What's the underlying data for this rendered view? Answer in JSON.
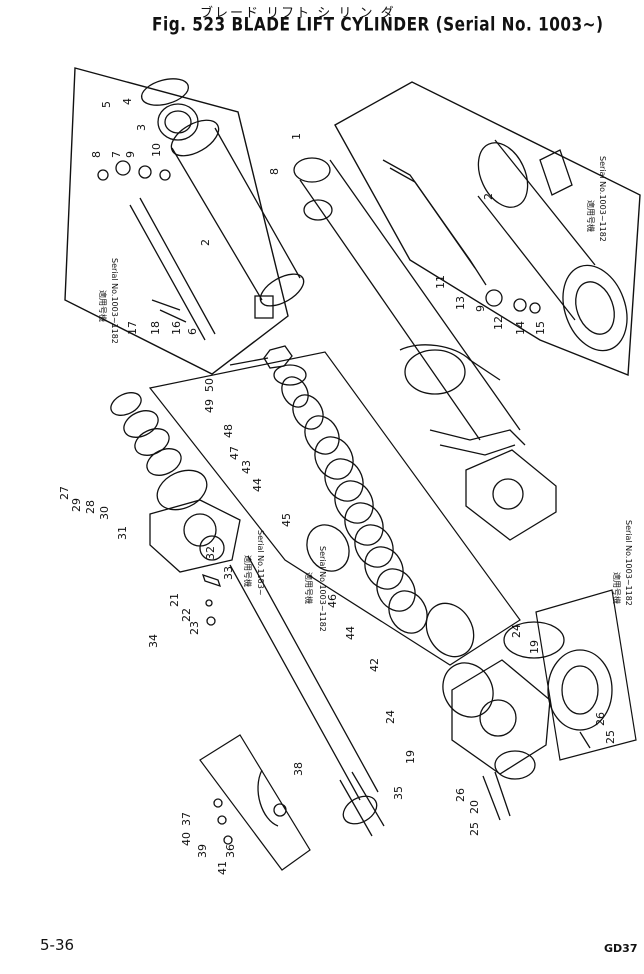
{
  "header": {
    "japanese_title": "ブレード リフト シ リ ン ダ",
    "title": "Fig. 523  BLADE  LIFT  CYLINDER  (Serial  No.  1003~)"
  },
  "footer": {
    "page": "5-36",
    "code": "GD37"
  },
  "serial_notes": [
    {
      "id": "upper-left",
      "text": "Serial No.1003~1182",
      "jp": "適用号機"
    },
    {
      "id": "upper-right",
      "text": "Serial No.1003~1182",
      "jp": "適用号機"
    },
    {
      "id": "middle-left",
      "text": "Serial No.1183~",
      "jp": "適用号機"
    },
    {
      "id": "middle-center",
      "text": "Serial No.1003~1182",
      "jp": "適用号機"
    },
    {
      "id": "lower-right",
      "text": "Serial No.1003~1182",
      "jp": "適用号機"
    }
  ],
  "callouts": [
    "1",
    "2",
    "3",
    "4",
    "5",
    "6",
    "7",
    "8",
    "9",
    "10",
    "11",
    "12",
    "13",
    "14",
    "15",
    "16",
    "17",
    "18",
    "19",
    "20",
    "21",
    "22",
    "23",
    "24",
    "25",
    "26",
    "27",
    "28",
    "29",
    "30",
    "31",
    "32",
    "33",
    "34",
    "35",
    "36",
    "37",
    "38",
    "39",
    "40",
    "41",
    "42",
    "43",
    "44",
    "45",
    "46",
    "47",
    "48",
    "49",
    "50"
  ]
}
